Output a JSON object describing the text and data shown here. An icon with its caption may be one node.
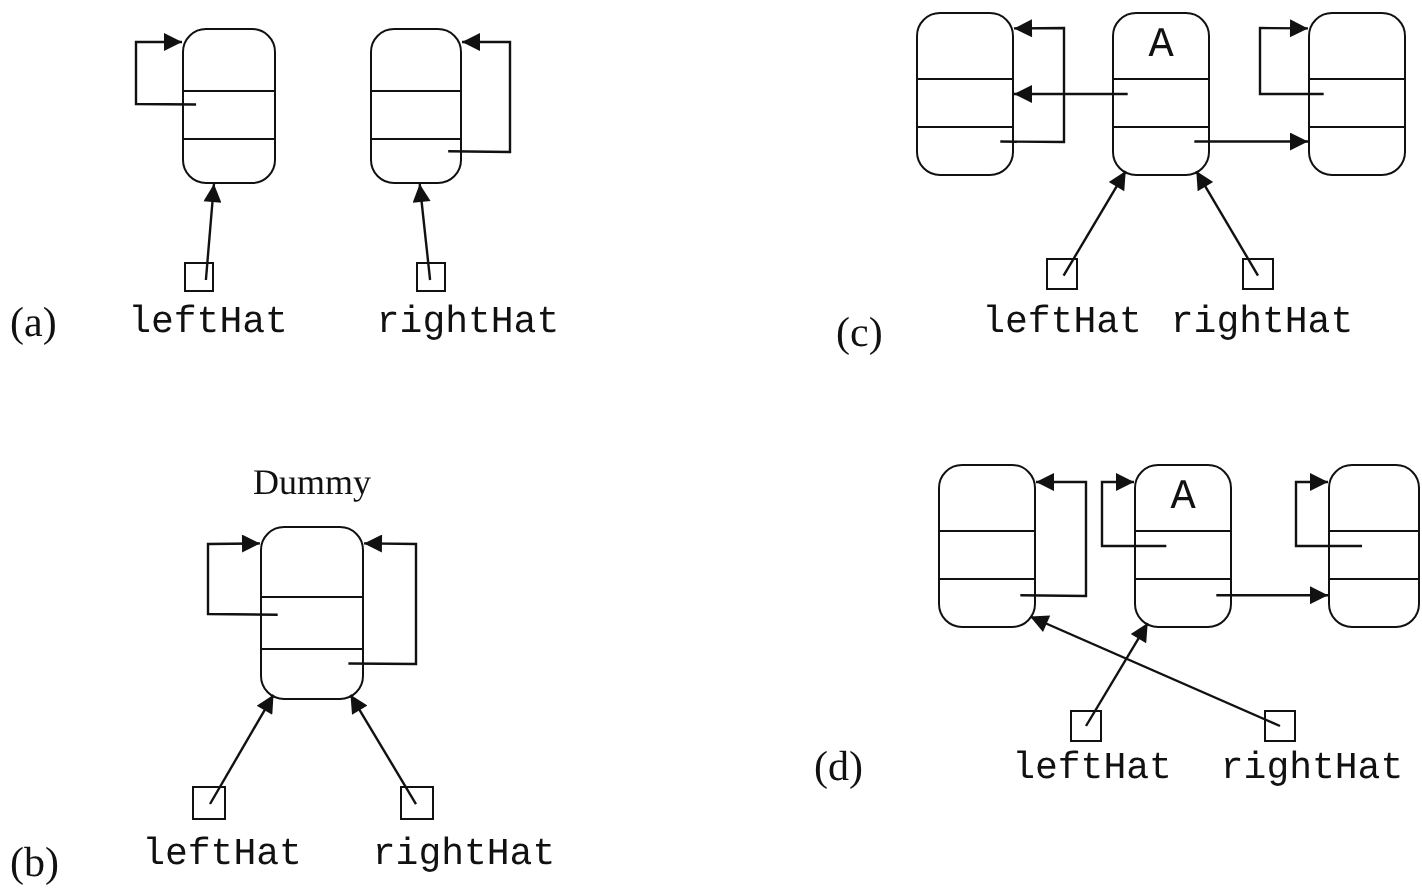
{
  "diagram": {
    "nodes": [
      {
        "text": [],
        "shape": "box"
      },
      {
        "text": [],
        "shape": "box"
      },
      {
        "text": [],
        "shape": "box",
        "beside": [
          "leftHat"
        ]
      },
      {
        "text": [],
        "shape": "box",
        "beside": [
          "rightHat"
        ]
      },
      {
        "text": [],
        "shape": "box"
      },
      {
        "text": [
          "A"
        ]
      },
      {
        "text": [],
        "shape": "box"
      },
      {
        "text": [],
        "shape": "box",
        "beside": [
          "leftHat"
        ]
      },
      {
        "text": [],
        "shape": "box",
        "beside": [
          "rightHat"
        ]
      },
      {
        "text": [
          "Dummy"
        ]
      },
      {
        "text": [],
        "shape": "box",
        "beside": [
          "leftHat"
        ]
      },
      {
        "text": [],
        "shape": "box",
        "beside": [
          "rightHat"
        ]
      },
      {
        "text": [],
        "shape": "box"
      },
      {
        "text": [
          "A"
        ]
      },
      {
        "text": [],
        "shape": "box"
      },
      {
        "text": [],
        "shape": "box",
        "beside": [
          "leftHat"
        ]
      },
      {
        "text": [],
        "shape": "box",
        "beside": [
          "rightHat"
        ]
      }
    ],
    "edges": [
      {
        "from": 0,
        "to": 0,
        "arrow": "to"
      },
      {
        "from": 1,
        "to": 1,
        "arrow": "to"
      },
      {
        "from": 2,
        "to": 0,
        "arrow": "to"
      },
      {
        "from": 3,
        "to": 1,
        "arrow": "to"
      },
      {
        "from": 5,
        "to": 4,
        "arrow": "to"
      },
      {
        "from": 4,
        "to": 4,
        "arrow": "to"
      },
      {
        "from": 5,
        "to": 6,
        "arrow": "to"
      },
      {
        "from": 6,
        "to": 6,
        "arrow": "to"
      },
      {
        "from": 7,
        "to": 5,
        "arrow": "to"
      },
      {
        "from": 8,
        "to": 5,
        "arrow": "to"
      },
      {
        "from": 9,
        "to": 9,
        "arrow": "to"
      },
      {
        "from": 9,
        "to": 9,
        "arrow": "to"
      },
      {
        "from": 10,
        "to": 9,
        "arrow": "to"
      },
      {
        "from": 11,
        "to": 9,
        "arrow": "to"
      },
      {
        "from": 12,
        "to": 12,
        "arrow": "to"
      },
      {
        "from": 13,
        "to": 13,
        "arrow": "to"
      },
      {
        "from": 13,
        "to": 14,
        "arrow": "to"
      },
      {
        "from": 14,
        "to": 14,
        "arrow": "to"
      },
      {
        "from": 15,
        "to": 13,
        "arrow": "to"
      },
      {
        "from": 16,
        "to": 12,
        "arrow": "to"
      }
    ],
    "labels": [
      "(a)",
      "(c)",
      "(b)",
      "(d)"
    ]
  }
}
